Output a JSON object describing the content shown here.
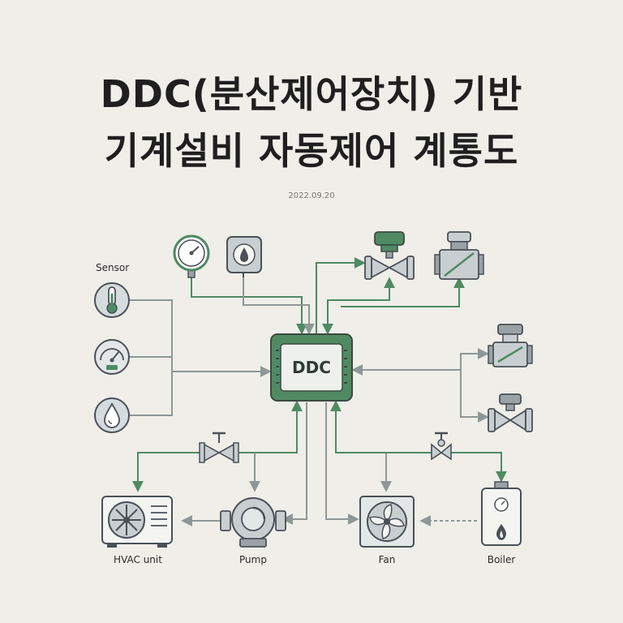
{
  "title_line1": "DDC(분산제어장치) 기반",
  "title_line2": "기계설비 자동제어 계통도",
  "date": "2022.09.20",
  "controller_label": "DDC",
  "labels": {
    "sensor": "Sensor",
    "hvac": "HVAC unit",
    "pump": "Pump",
    "fan": "Fan",
    "boiler": "Boiler"
  },
  "colors": {
    "green": "#4f8a63",
    "grey_line": "#8e9796",
    "device_fill": "#c9ced1",
    "outline": "#4a5056"
  }
}
